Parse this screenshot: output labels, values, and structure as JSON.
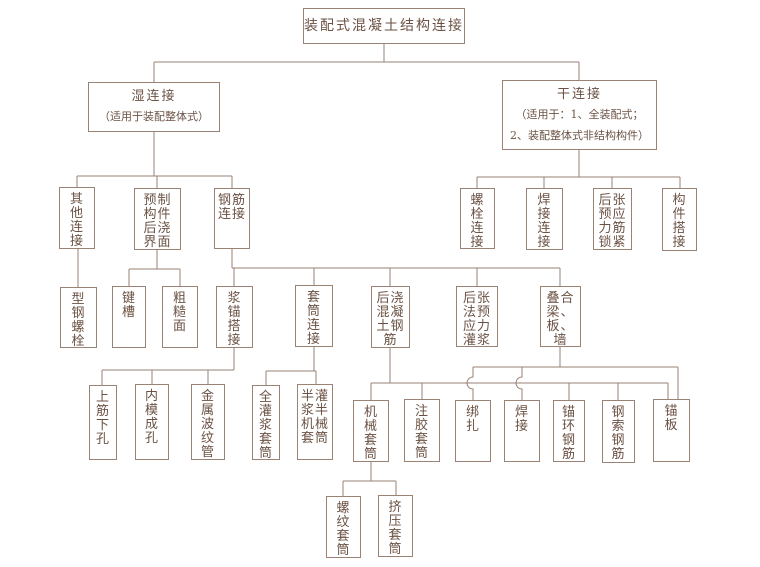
{
  "diagram_title": "装配式混凝土结构连接",
  "colors": {
    "border": "#9a8274",
    "text": "#6b5244",
    "background": "#ffffff"
  },
  "root": {
    "label": "装配式混凝土结构连接"
  },
  "branches": {
    "wet": {
      "title": "湿连接",
      "note": "（适用于装配整体式）"
    },
    "dry": {
      "title": "干连接",
      "note_line1": "（适用于：1、全装配式；",
      "note_line2": "2、装配整体式非结构构件）"
    }
  },
  "nodes": {
    "qita": {
      "label": "其他连接",
      "display": "其\n他\n连\n接"
    },
    "yuzhi": {
      "label": "预制构件后浇界面",
      "display": "预制\n构件\n后浇\n界面"
    },
    "gangjin": {
      "label": "钢筋连接",
      "display": "钢筋\n连接"
    },
    "luoshuan": {
      "label": "螺栓连接",
      "display": "螺\n栓\n连\n接"
    },
    "hanjie_lj": {
      "label": "焊接连接",
      "display": "焊\n接\n连\n接"
    },
    "hz_suojin": {
      "label": "后张预应力筋锁紧",
      "display": "后张\n预应\n力筋\n锁紧"
    },
    "goujian": {
      "label": "构件搭接",
      "display": "构\n件\n搭\n接"
    },
    "xinggang": {
      "label": "型钢螺栓",
      "display": "型\n钢\n螺\n栓"
    },
    "jiancao": {
      "label": "键槽",
      "display": "键\n槽"
    },
    "cucao": {
      "label": "粗糙面",
      "display": "粗\n糙\n面"
    },
    "jiangmao": {
      "label": "浆锚搭接",
      "display": "浆\n锚\n搭\n接"
    },
    "taotong": {
      "label": "套筒连接",
      "display": "套\n筒\n连\n接"
    },
    "houjiao": {
      "label": "后浇混凝土钢筋",
      "display": "后浇\n混凝\n土钢\n筋"
    },
    "hz_guanjiang": {
      "label": "后张法预应力灌浆",
      "display": "后张\n法预\n应力\n灌浆"
    },
    "diehe": {
      "label": "叠合梁、板、墙",
      "display": "叠合\n梁、\n板、\n墙"
    },
    "shangjin": {
      "label": "上筋下孔",
      "display": "上\n筋\n下\n孔"
    },
    "neimo": {
      "label": "内模成孔",
      "display": "内\n模\n成\n孔"
    },
    "bowenguan": {
      "label": "金属波纹管",
      "display": "金\n属\n波\n纹\n管"
    },
    "quangj": {
      "label": "全灌浆套筒",
      "display": "全\n灌\n浆\n套\n筒"
    },
    "bangj": {
      "label": "半灌浆半机械套筒",
      "display": "半灌\n浆半\n机械\n套筒"
    },
    "jixie": {
      "label": "机械套筒",
      "display": "机\n械\n套\n筒"
    },
    "zhujiao": {
      "label": "注胶套筒",
      "display": "注\n胶\n套\n筒"
    },
    "bangzha": {
      "label": "绑扎",
      "display": "绑\n扎"
    },
    "hanjie": {
      "label": "焊接",
      "display": "焊\n接"
    },
    "maohuan": {
      "label": "锚环钢筋",
      "display": "锚\n环\n钢\n筋"
    },
    "gangsuo": {
      "label": "钢索钢筋",
      "display": "钢\n索\n钢\n筋"
    },
    "maoban": {
      "label": "锚板",
      "display": "锚\n板"
    },
    "luowen": {
      "label": "螺纹套筒",
      "display": "螺\n纹\n套\n筒"
    },
    "jiya": {
      "label": "挤压套筒",
      "display": "挤\n压\n套\n筒"
    }
  },
  "edges": [
    {
      "from": "root",
      "to": [
        "wet",
        "dry"
      ]
    },
    {
      "from": "wet",
      "to": [
        "qita",
        "yuzhi",
        "gangjin"
      ]
    },
    {
      "from": "dry",
      "to": [
        "luoshuan",
        "hanjie_lj",
        "hz_suojin",
        "goujian"
      ]
    },
    {
      "from": "qita",
      "to": [
        "xinggang"
      ]
    },
    {
      "from": "yuzhi",
      "to": [
        "jiancao",
        "cucao"
      ]
    },
    {
      "from": "gangjin",
      "to": [
        "jiangmao",
        "taotong",
        "houjiao",
        "hz_guanjiang",
        "diehe"
      ]
    },
    {
      "from": "jiangmao",
      "to": [
        "shangjin",
        "neimo",
        "bowenguan"
      ]
    },
    {
      "from": "taotong",
      "to": [
        "quangj",
        "bangj"
      ]
    },
    {
      "from": "houjiao",
      "to": [
        "jixie",
        "zhujiao",
        "maohuan",
        "gangsuo",
        "maoban"
      ]
    },
    {
      "from": "diehe",
      "to": [
        "bangzha",
        "hanjie",
        "maoban"
      ]
    },
    {
      "from": "jixie",
      "to": [
        "luowen",
        "jiya"
      ]
    }
  ]
}
